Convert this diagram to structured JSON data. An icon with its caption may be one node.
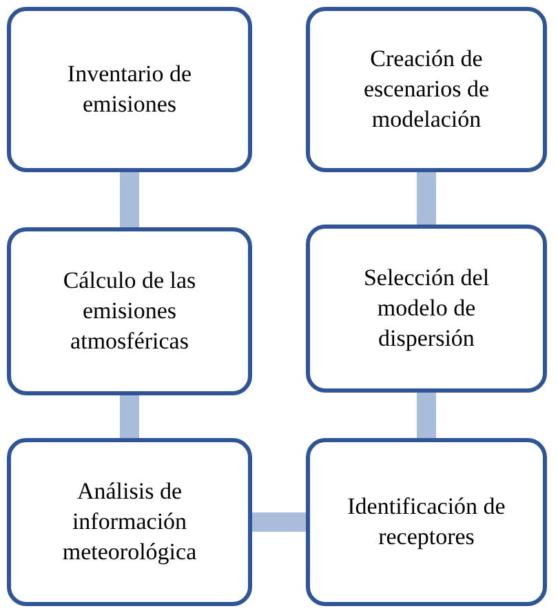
{
  "diagram": {
    "nodes": [
      {
        "text": [
          "Inventario de emisiones"
        ]
      },
      {
        "text": [
          "Creación de escenarios de modelación"
        ]
      },
      {
        "text": [
          "Cálculo de las emisiones atmosféricas"
        ]
      },
      {
        "text": [
          "Selección del modelo de dispersión"
        ]
      },
      {
        "text": [
          "Análisis de información meteorológica"
        ]
      },
      {
        "text": [
          "Identificación de receptores"
        ]
      }
    ],
    "edges": [
      {
        "from": 0,
        "to": 2,
        "arrow": "none"
      },
      {
        "from": 2,
        "to": 4,
        "arrow": "none"
      },
      {
        "from": 4,
        "to": 5,
        "arrow": "none"
      },
      {
        "from": 5,
        "to": 3,
        "arrow": "none"
      },
      {
        "from": 3,
        "to": 1,
        "arrow": "none"
      }
    ]
  }
}
